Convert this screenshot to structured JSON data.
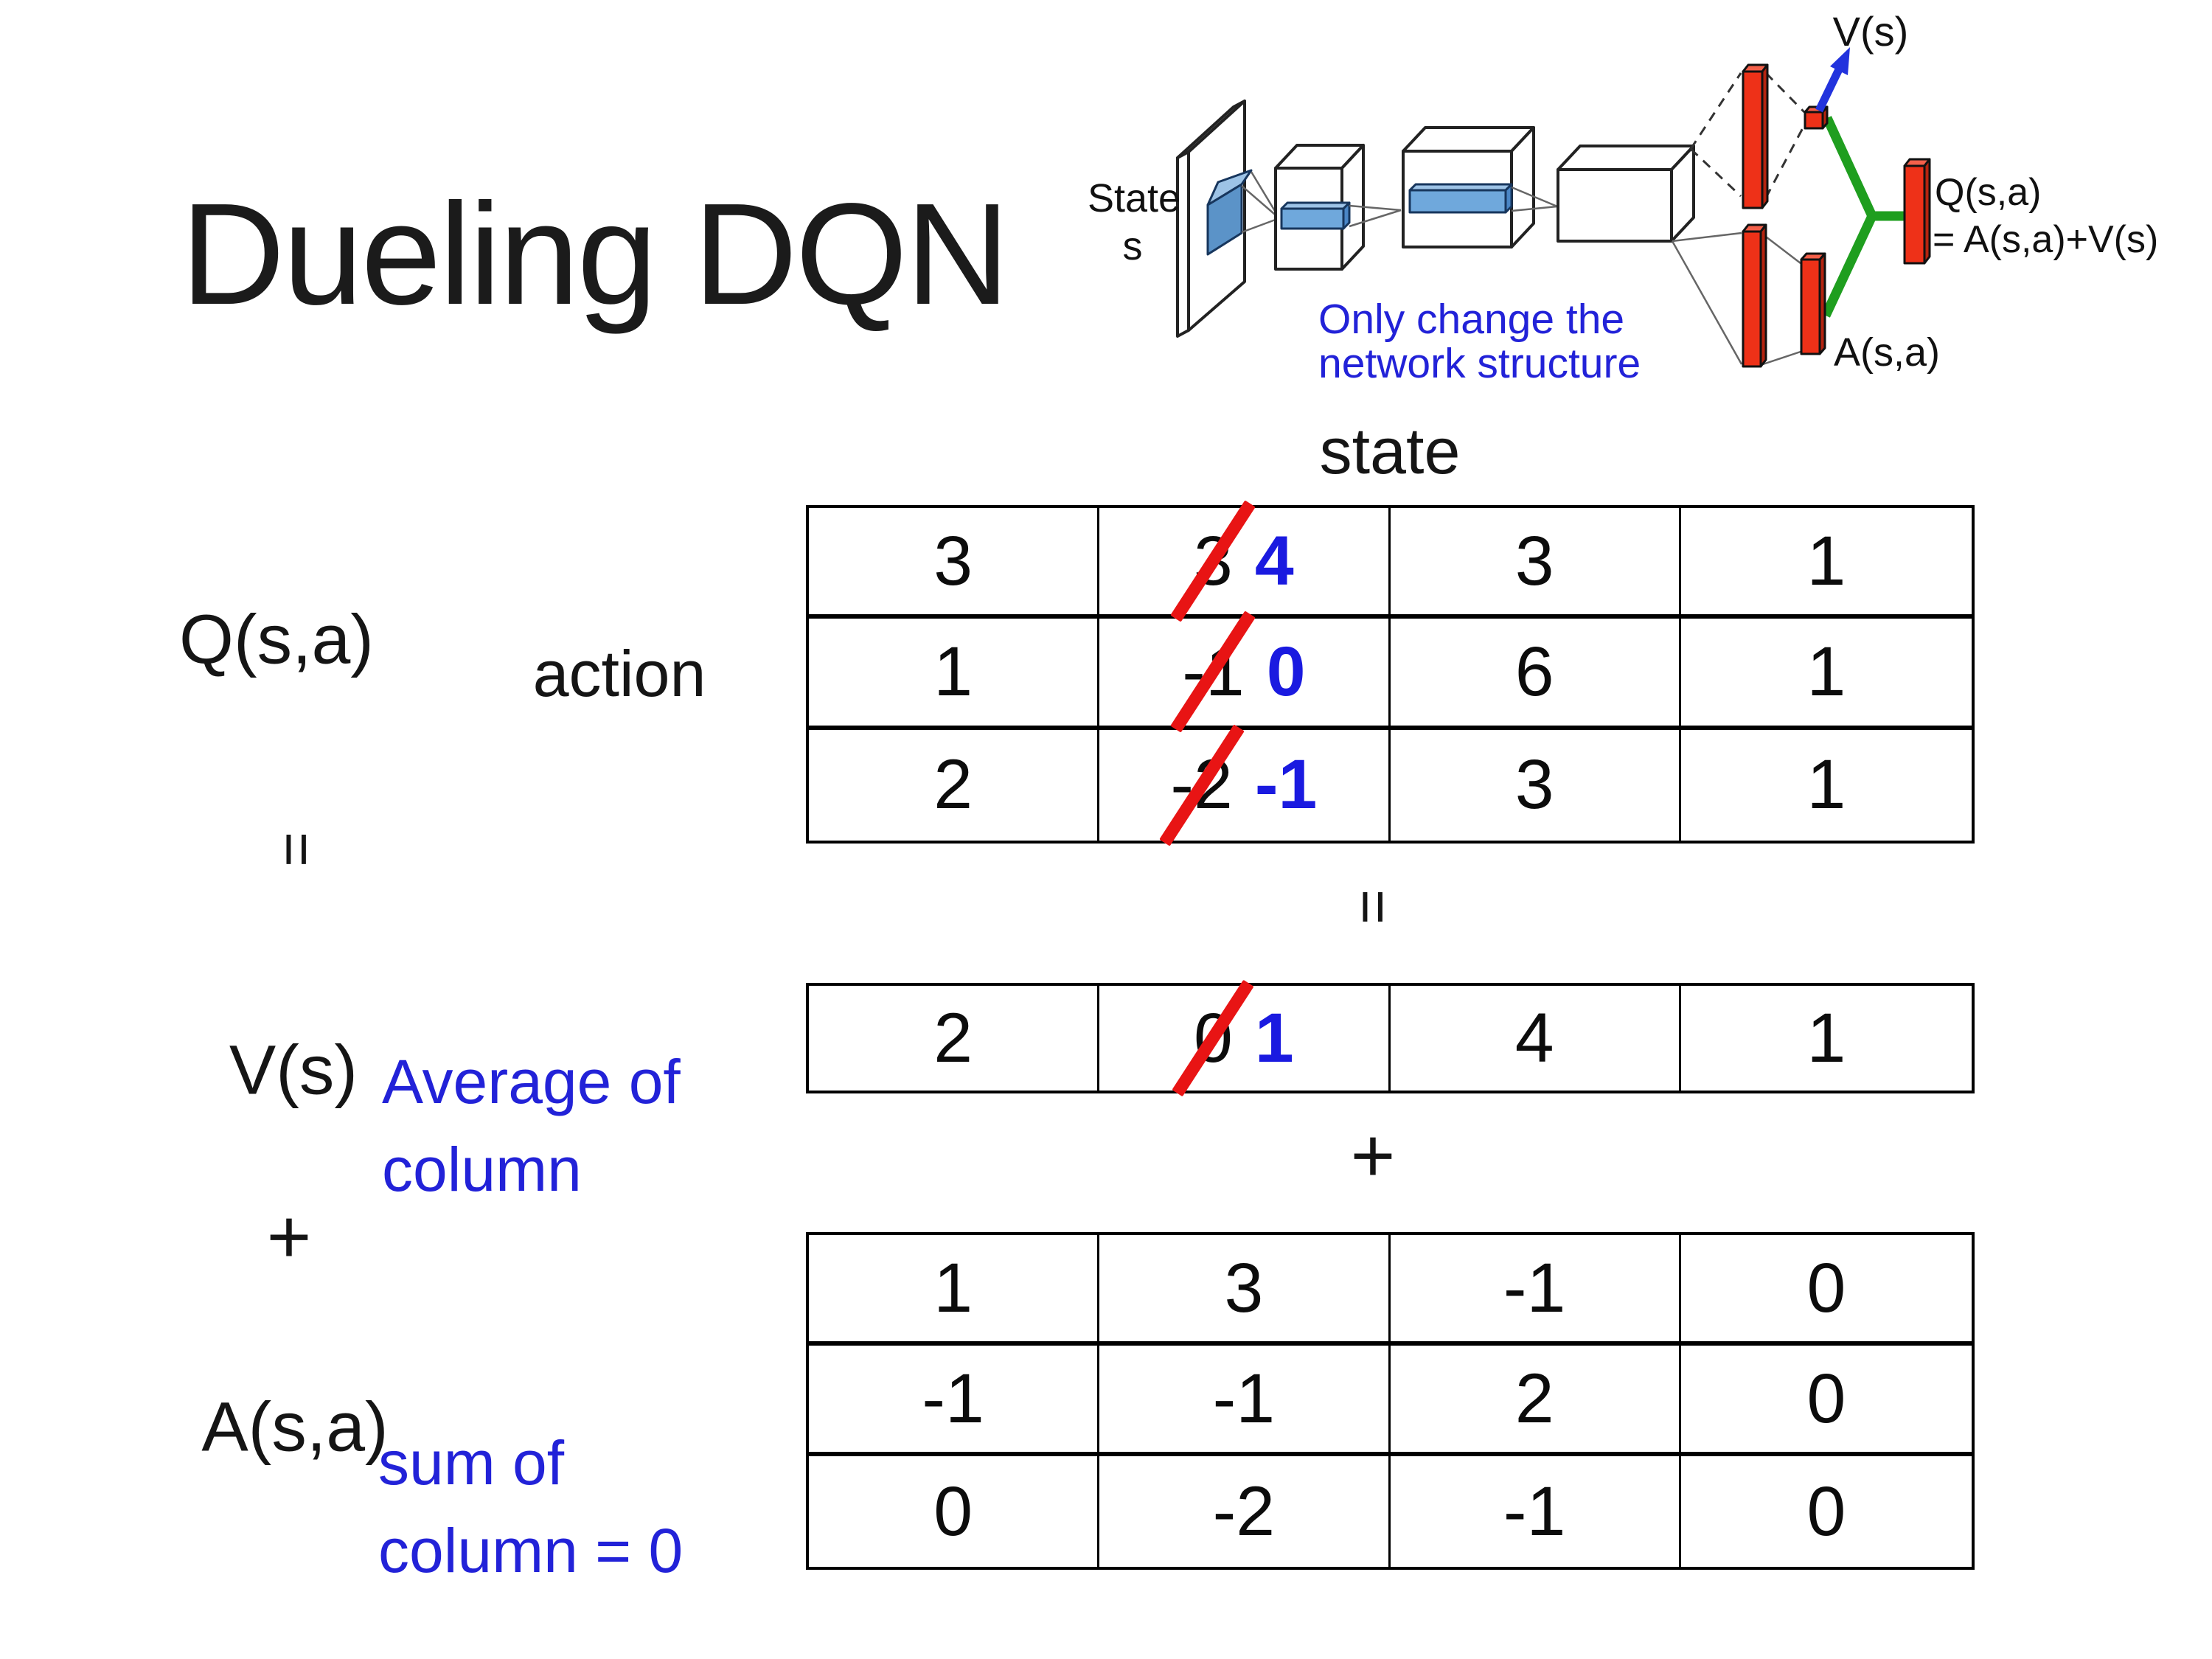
{
  "slide": {
    "title": "Dueling DQN"
  },
  "colors": {
    "accent_blue": "#2222D8",
    "table_new_value_blue": "#1A1AE0",
    "strike_red": "#E81414",
    "layer_bar_red": "#EE3118",
    "merge_green": "#1F9E1F",
    "conv_blue": "#6FA8DC"
  },
  "diagram": {
    "state_line1": "State",
    "state_line2": "s",
    "caption_line1": "Only change the",
    "caption_line2": "network structure",
    "v_out_label": "V(s)",
    "q_out_line1": "Q(s,a)",
    "q_out_line2": "= A(s,a)+V(s)",
    "a_out_label": "A(s,a)"
  },
  "labels": {
    "q": "Q(s,a)",
    "equals_left": "=",
    "v": "V(s)",
    "plus_left": "+",
    "a": "A(s,a)",
    "action": "action",
    "state": "state",
    "avg_line1": "Average of",
    "avg_line2": "column",
    "sum_line1": "sum of",
    "sum_line2": "column = 0",
    "equals_mid": "=",
    "plus_mid": "+"
  },
  "q_table": {
    "rows": [
      {
        "c1": "3",
        "c2_old": "3",
        "c2_new": "4",
        "c3": "3",
        "c4": "1"
      },
      {
        "c1": "1",
        "c2_old": "-1",
        "c2_new": "0",
        "c3": "6",
        "c4": "1"
      },
      {
        "c1": "2",
        "c2_old": "-2",
        "c2_new": "-1",
        "c3": "3",
        "c4": "1"
      }
    ]
  },
  "v_row": {
    "c1": "2",
    "c2_old": "0",
    "c2_new": "1",
    "c3": "4",
    "c4": "1"
  },
  "a_table": {
    "rows": [
      {
        "c1": "1",
        "c2": "3",
        "c3": "-1",
        "c4": "0"
      },
      {
        "c1": "-1",
        "c2": "-1",
        "c3": "2",
        "c4": "0"
      },
      {
        "c1": "0",
        "c2": "-2",
        "c3": "-1",
        "c4": "0"
      }
    ]
  }
}
